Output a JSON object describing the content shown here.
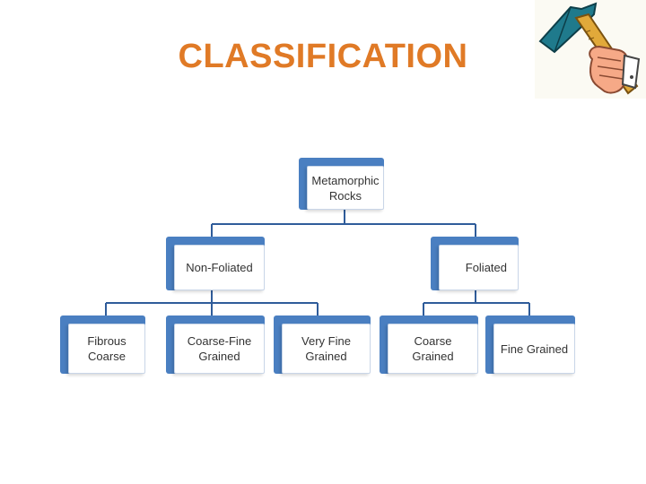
{
  "title": "CLASSIFICATION",
  "hammer_icon": "hammer-in-hand-icon",
  "colors": {
    "title": "#e07a26",
    "box_accent": "#4a7fc1",
    "connector": "#2f5c9a"
  },
  "tree": {
    "root": "Metamorphic\nRocks",
    "branches": [
      {
        "label": "Non-Foliated",
        "children": [
          "Fibrous\nCoarse",
          "Coarse-Fine\nGrained",
          "Very Fine\nGrained"
        ]
      },
      {
        "label": "Foliated",
        "children": [
          "Coarse\nGrained",
          "Fine Grained"
        ]
      }
    ]
  }
}
